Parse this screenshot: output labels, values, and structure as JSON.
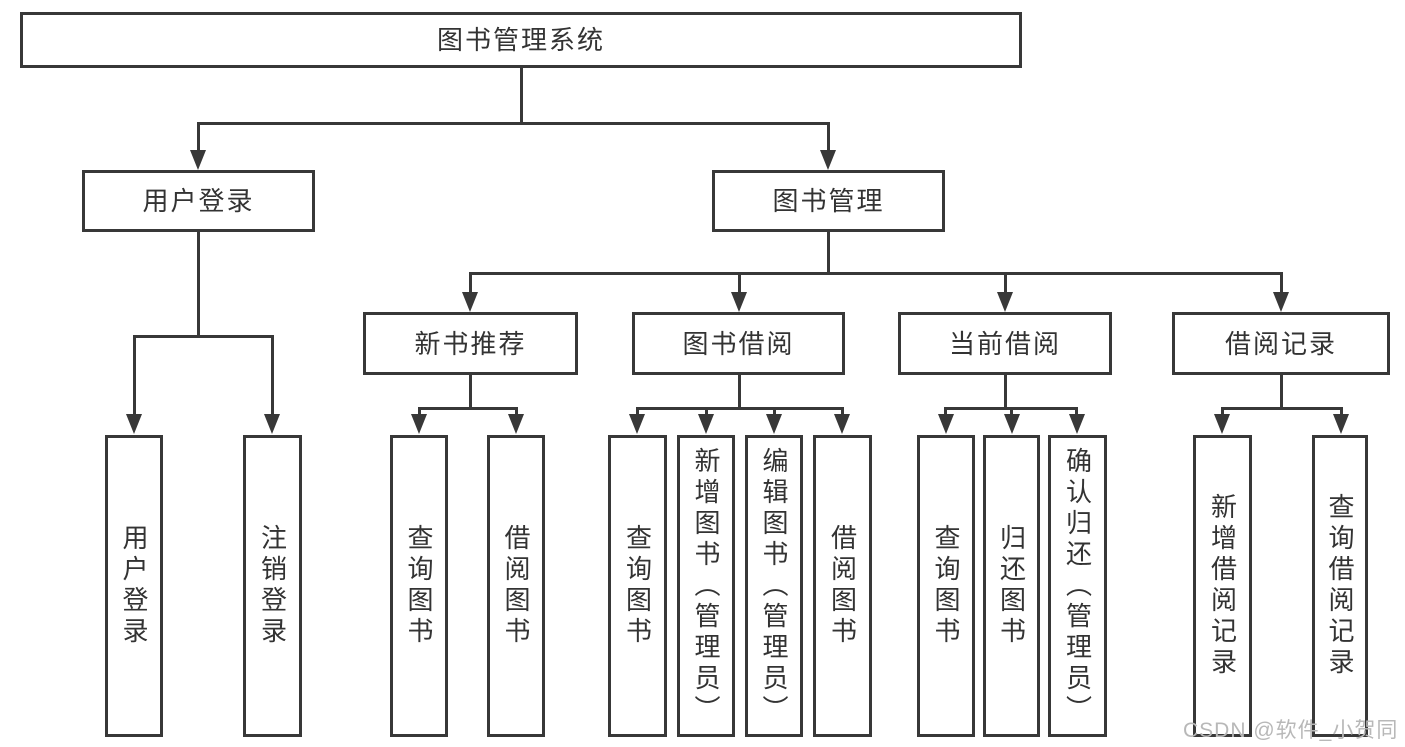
{
  "diagram": {
    "root": {
      "label": "图书管理系统"
    },
    "level2": [
      {
        "id": "user-login",
        "label": "用户登录"
      },
      {
        "id": "book-management",
        "label": "图书管理"
      }
    ],
    "level3": [
      {
        "id": "new-book-recommend",
        "label": "新书推荐"
      },
      {
        "id": "book-borrow",
        "label": "图书借阅"
      },
      {
        "id": "current-borrow",
        "label": "当前借阅"
      },
      {
        "id": "borrow-records",
        "label": "借阅记录"
      }
    ],
    "leaves": [
      {
        "group": "用户登录",
        "label": "用户登录"
      },
      {
        "group": "用户登录",
        "label": "注销登录"
      },
      {
        "group": "新书推荐",
        "label": "查询图书"
      },
      {
        "group": "新书推荐",
        "label": "借阅图书"
      },
      {
        "group": "图书借阅",
        "label": "查询图书"
      },
      {
        "group": "图书借阅",
        "label": "新增图书（管理员）"
      },
      {
        "group": "图书借阅",
        "label": "编辑图书（管理员）"
      },
      {
        "group": "图书借阅",
        "label": "借阅图书"
      },
      {
        "group": "当前借阅",
        "label": "查询图书"
      },
      {
        "group": "当前借阅",
        "label": "归还图书"
      },
      {
        "group": "当前借阅",
        "label": "确认归还（管理员）"
      },
      {
        "group": "借阅记录",
        "label": "新增借阅记录"
      },
      {
        "group": "借阅记录",
        "label": "查询借阅记录"
      }
    ]
  },
  "watermark": {
    "text": "CSDN @软件_小贺同学"
  },
  "colors": {
    "line": "#383838",
    "text": "#333333",
    "box_fill": "#ffffff",
    "background": "#ffffff",
    "watermark": "#b8b8b8"
  }
}
